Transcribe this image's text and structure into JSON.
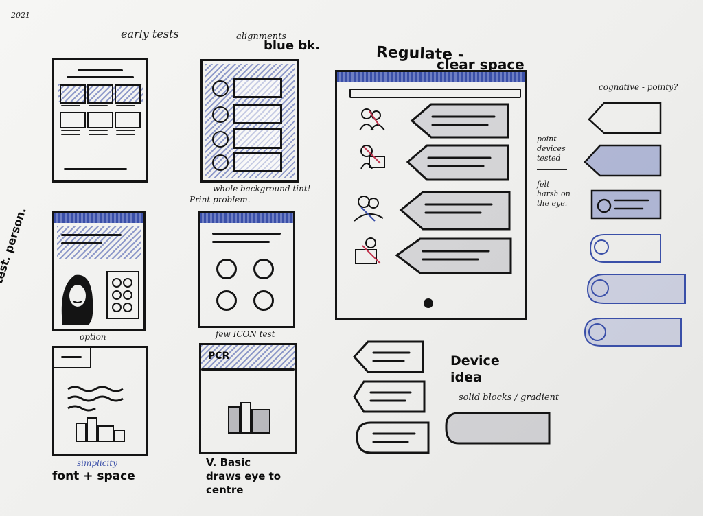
{
  "annotations": {
    "year": "2021",
    "early_tests": "early tests",
    "alignments": "alignments",
    "blue_bk": "blue bk.",
    "regulate": "Regulate -",
    "clear_space": "clear space",
    "cognative": "cognative - pointy?",
    "point_devices": "point devices tested",
    "felt_harsh": "felt harsh on the eye.",
    "whole_bg": "whole background tint!",
    "print_problem": "Print problem.",
    "test_person": "test. person.",
    "option": "option",
    "few_icon_test": "few ICON test",
    "pcr": "PCR",
    "simplicity": "simplicity",
    "font_space": "font + space",
    "v_basic": "V. Basic draws eye to centre",
    "device_idea": "Device idea",
    "solid_blocks": "solid blocks / gradient"
  },
  "colors": {
    "ink": "#141414",
    "blue_ink": "#3a4fa8",
    "paper": "#f1f1ef"
  },
  "icons": [
    "people-icon",
    "face-icon",
    "dog-icon",
    "person-reading-icon"
  ]
}
